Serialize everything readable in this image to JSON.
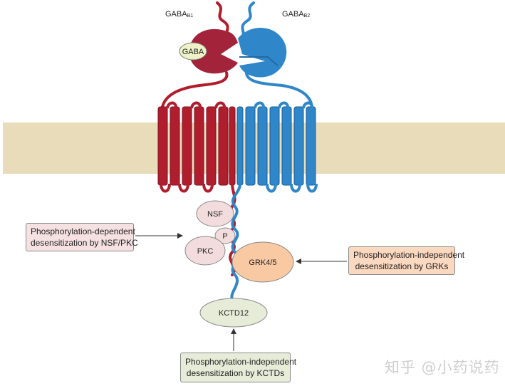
{
  "labels": {
    "gaba_b1": "GABA",
    "gaba_b1_sub": "B1",
    "gaba_b2": "GABA",
    "gaba_b2_sub": "B2",
    "gaba": "GABA",
    "nsf": "NSF",
    "p": "P",
    "pkc": "PKC",
    "grk": "GRK4/5",
    "kctd12": "KCTD12"
  },
  "boxes": {
    "nsf_pkc": [
      "Phosphorylation-dependent",
      "desensitization by NSF/PKC"
    ],
    "grk": [
      "Phosphorylation-independent",
      "desensitization by GRKs"
    ],
    "kctd": [
      "Phosphorylation-independent",
      "desensitization by KCTDs"
    ]
  },
  "watermark": "知乎 @小药说药",
  "colors": {
    "gaba_b1": "#b01e2e",
    "gaba_b2": "#2f86c8",
    "membrane": "#e8dcbb",
    "nsf": "#f3dcdd",
    "grk": "#f9c9a4",
    "kctd": "#e6ecd7",
    "gaba_ligand": "#eef2c6"
  }
}
